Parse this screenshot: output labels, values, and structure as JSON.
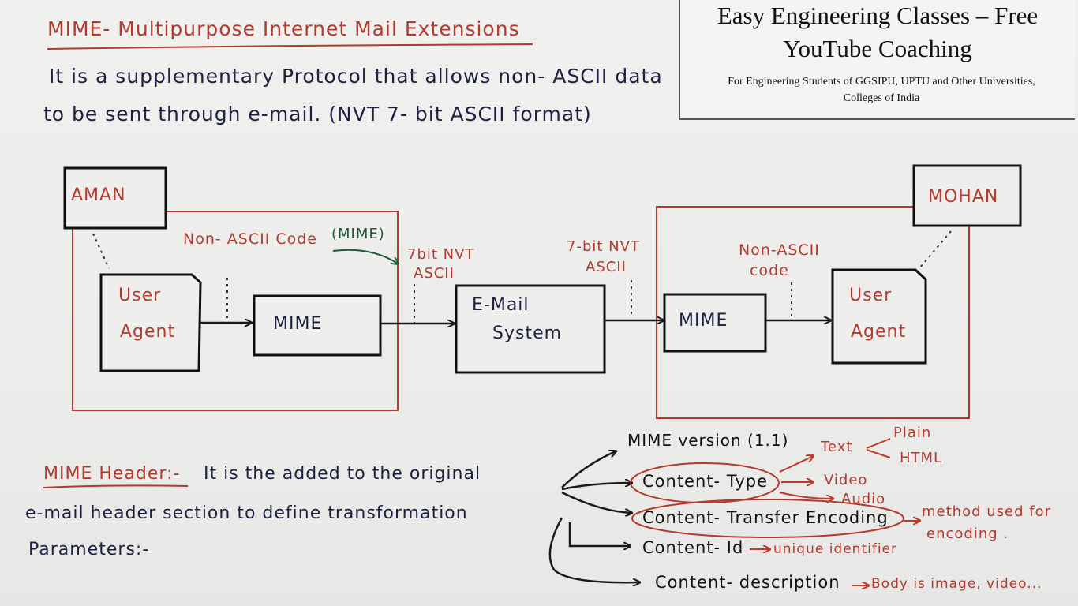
{
  "title": "MIME- Multipurpose Internet Mail Extensions",
  "intro": {
    "line1": "It is a supplementary Protocol that allows non- ASCII data",
    "line2": "to be sent through e-mail. (NVT 7- bit ASCII format)"
  },
  "watermark": {
    "title_line1": "Easy Engineering Classes – Free",
    "title_line2": "YouTube Coaching",
    "subtitle_line1": "For Engineering Students of GGSIPU, UPTU and Other Universities,",
    "subtitle_line2": "Colleges of India"
  },
  "diagram": {
    "sender": "AMAN",
    "receiver": "MOHAN",
    "user_agent_line1": "User",
    "user_agent_line2": "Agent",
    "mime": "MIME",
    "email_system_line1": "E-Mail",
    "email_system_line2": "System",
    "left_code_label": "Non- ASCII Code",
    "mime_tag": "(MIME)",
    "nvt_left_line1": "7bit NVT",
    "nvt_left_line2": "ASCII",
    "nvt_right_line1": "7-bit NVT",
    "nvt_right_line2": "ASCII",
    "right_code_line1": "Non-ASCII",
    "right_code_line2": "code"
  },
  "header_section": {
    "label": "MIME Header:-",
    "text_line1": "It is the added to the original",
    "text_line2": "e-mail header section to define transformation",
    "text_line3": "Parameters:-",
    "fields": {
      "version": "MIME version (1.1)",
      "content_type": "Content- Type",
      "transfer_encoding": "Content- Transfer Encoding",
      "content_id": "Content- Id",
      "content_description": "Content- description"
    },
    "types": {
      "text": "Text",
      "plain": "Plain",
      "html": "HTML",
      "video": "Video",
      "audio": "Audio"
    },
    "notes": {
      "encoding_line1": "method used for",
      "encoding_line2": "encoding .",
      "id": "unique identifier",
      "description": "Body is image, video..."
    }
  }
}
